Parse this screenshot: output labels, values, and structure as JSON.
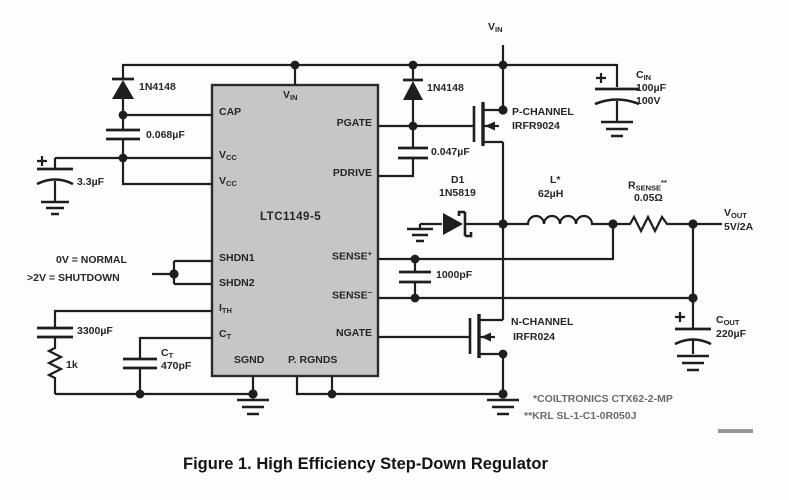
{
  "colors": {
    "line": "#1e1e1e",
    "ic_fill": "#c6c6c6",
    "ic_border": "#2b2b2b",
    "text": "#262626",
    "note": "#6b6b6b",
    "dash": "#979797",
    "bg": "#fdfdfd"
  },
  "caption": "Figure 1. High Efficiency Step-Down Regulator",
  "power": {
    "vin": {
      "main": "V",
      "sub": "IN"
    },
    "vout": {
      "main": "V",
      "sub": "OUT",
      "value": "5V/2A"
    }
  },
  "ic": {
    "part": "LTC1149-5",
    "pins": {
      "vin": {
        "main": "V",
        "sub": "IN"
      },
      "cap": "CAP",
      "vcc": {
        "main": "V",
        "sub": "CC"
      },
      "shdn1": "SHDN1",
      "shdn2": "SHDN2",
      "ith": {
        "main": "I",
        "sub": "TH"
      },
      "ct": {
        "main": "C",
        "sub": "T"
      },
      "pgate": "PGATE",
      "pdrive": "PDRIVE",
      "sense_plus": {
        "main": "SENSE",
        "sup": "+"
      },
      "sense_minus": {
        "main": "SENSE",
        "sup": "−"
      },
      "ngate": "NGATE",
      "sgnd": "SGND",
      "prgnds": "P. RGNDS"
    }
  },
  "components": {
    "diode_left": "1N4148",
    "diode_mid": "1N4148",
    "cap_charge": "0.068µF",
    "cap_vcc": "3.3µF",
    "cap_pdrive": "0.047µF",
    "cap_sense": "1000pF",
    "cap_ith": "3300µF",
    "res_ith": "1k",
    "cap_timing": {
      "name": {
        "main": "C",
        "sub": "T"
      },
      "value": "470pF"
    },
    "cap_in": {
      "name": {
        "main": "C",
        "sub": "IN"
      },
      "value": "100µF",
      "rating": "100V"
    },
    "cap_out": {
      "name": {
        "main": "C",
        "sub": "OUT"
      },
      "value": "220µF"
    },
    "pfet": {
      "type": "P-CHANNEL",
      "part": "IRFR9024"
    },
    "nfet": {
      "type": "N-CHANNEL",
      "part": "IRFR024"
    },
    "catch_diode": {
      "ref": "D1",
      "part": "1N5819"
    },
    "inductor": {
      "ref": "L*",
      "value": "62µH"
    },
    "rsense": {
      "name": {
        "main": "R",
        "sub": "SENSE",
        "sup": "**"
      },
      "value": "0.05Ω"
    }
  },
  "annotations": {
    "shutdown_line1": "0V = NORMAL",
    "shutdown_line2": ">2V = SHUTDOWN",
    "note1": "*COILTRONICS CTX62-2-MP",
    "note2": "**KRL SL-1-C1-0R050J"
  }
}
